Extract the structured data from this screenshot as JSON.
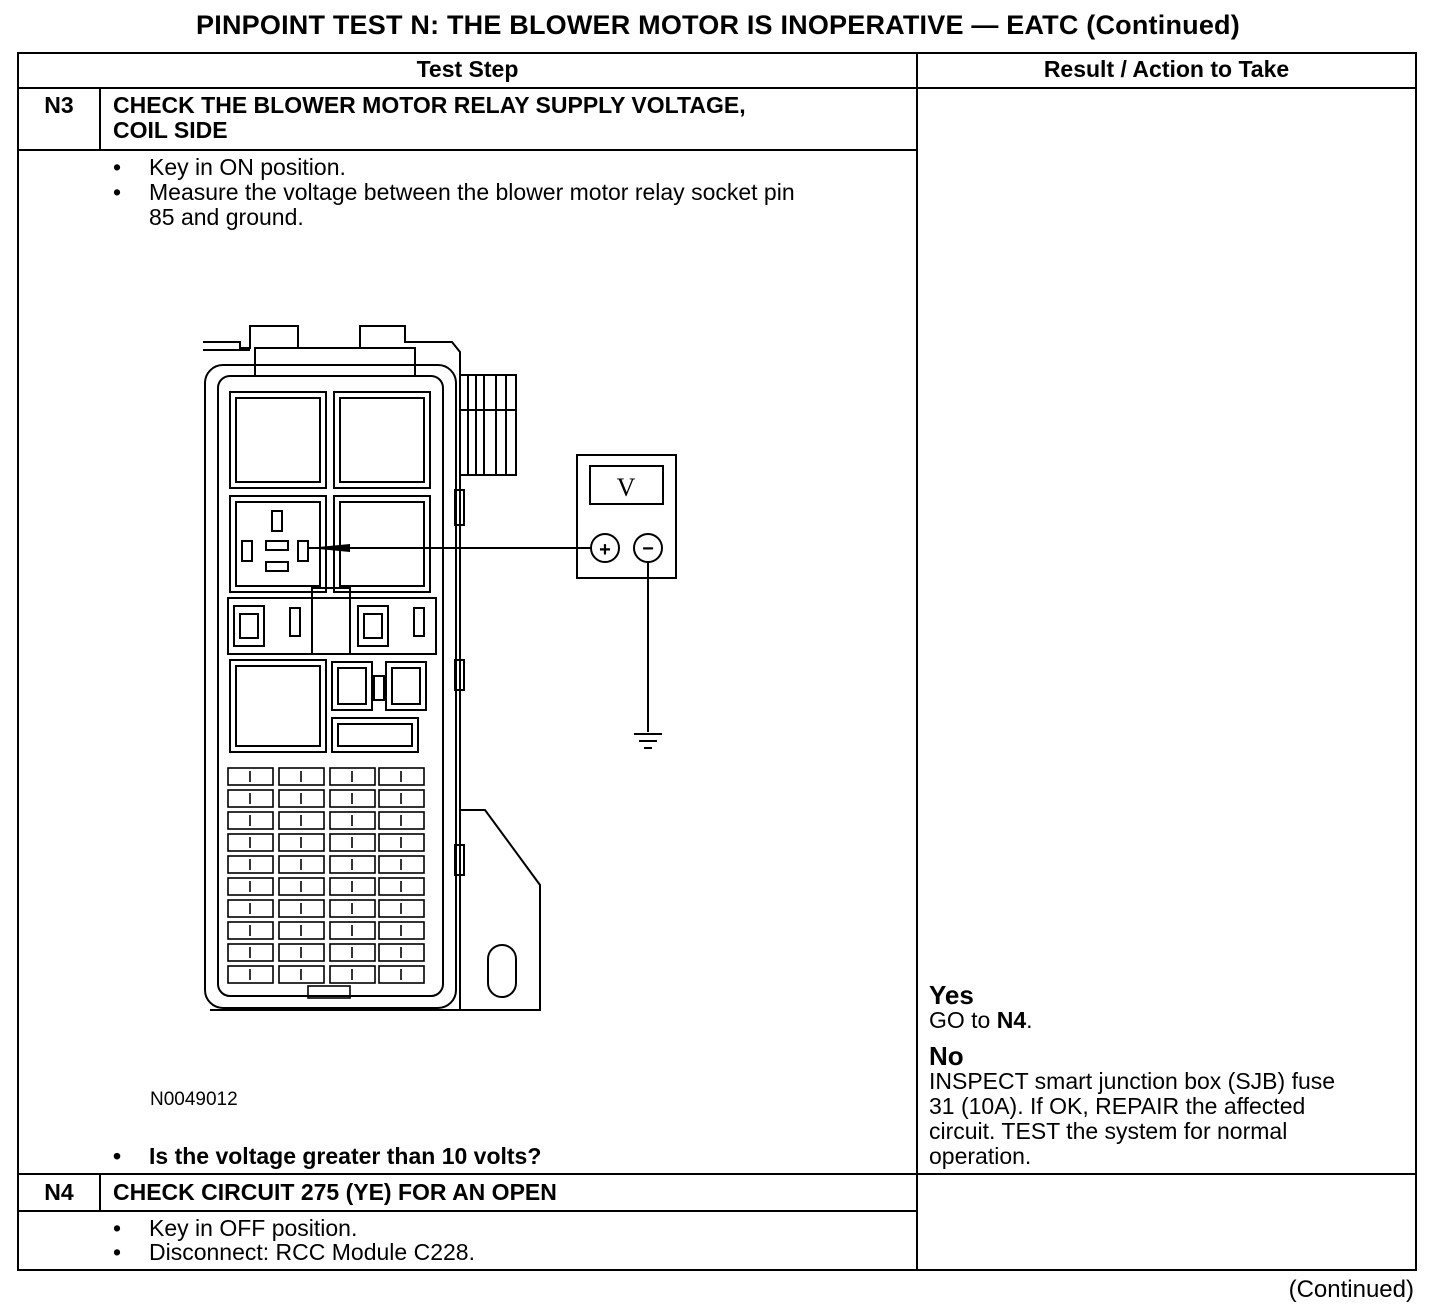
{
  "title": "PINPOINT TEST N: THE BLOWER MOTOR IS INOPERATIVE — EATC (Continued)",
  "headers": {
    "test_step": "Test Step",
    "result": "Result / Action to Take"
  },
  "n3": {
    "id": "N3",
    "title_line1": "CHECK THE BLOWER MOTOR RELAY SUPPLY VOLTAGE,",
    "title_line2": "COIL SIDE",
    "bullet1": "Key in ON position.",
    "bullet2_line1": "Measure the voltage between the blower motor relay socket pin",
    "bullet2_line2": "85 and ground.",
    "figure_id": "N0049012",
    "question": "Is the voltage greater than 10 volts?",
    "meter_label": "V",
    "plus": "+",
    "minus": "−",
    "yes_heading": "Yes",
    "yes_text_pre": "GO to ",
    "yes_target": "N4",
    "yes_text_post": ".",
    "no_heading": "No",
    "no_line1": "INSPECT smart junction box (SJB) fuse",
    "no_line2": "31 (10A). If OK, REPAIR the affected",
    "no_line3": "circuit. TEST the system for normal",
    "no_line4": "operation."
  },
  "n4": {
    "id": "N4",
    "title": "CHECK CIRCUIT 275 (YE) FOR AN OPEN",
    "bullet1": "Key in OFF position.",
    "bullet2": "Disconnect: RCC Module C228."
  },
  "bullet_char": "•",
  "continued": "(Continued)"
}
